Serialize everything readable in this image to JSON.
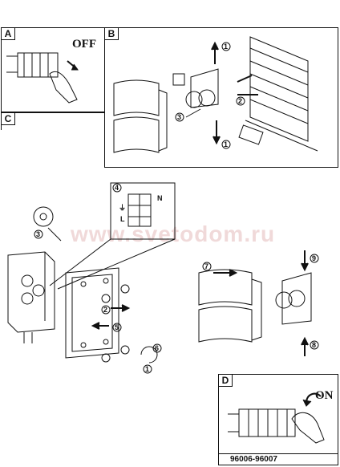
{
  "panels": {
    "a": {
      "label": "A",
      "switch_text": "OFF"
    },
    "b": {
      "label": "B"
    },
    "c": {
      "label": "C"
    },
    "d": {
      "label": "D",
      "switch_text": "ON",
      "model_code": "96006-96007"
    }
  },
  "watermark": "www.svetodom.ru",
  "markers": {
    "n1": "1",
    "n2": "2",
    "n3": "3",
    "n4": "4",
    "n5": "5",
    "n6": "6",
    "n7": "7",
    "n8": "8",
    "n9": "9"
  },
  "terminal_labels": {
    "n": "N",
    "l": "L",
    "earth": "⏚"
  }
}
